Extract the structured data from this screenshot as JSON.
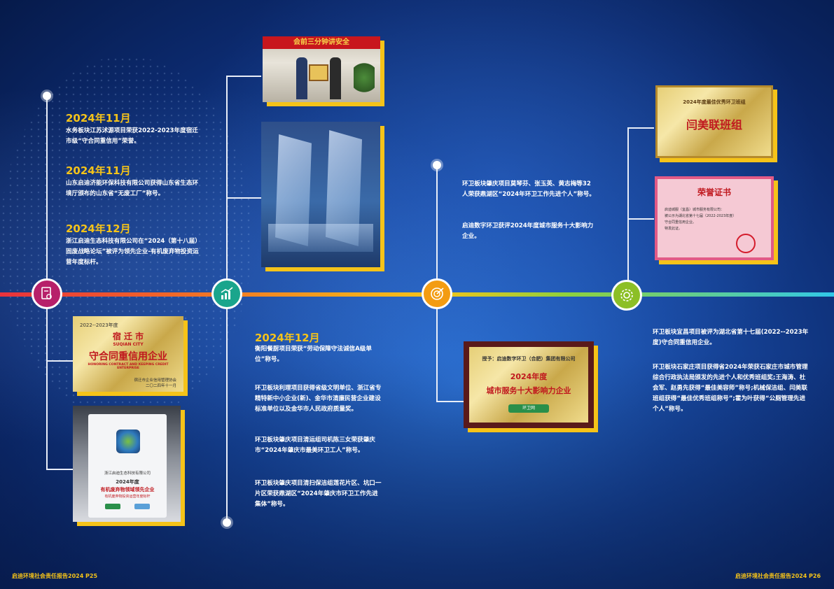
{
  "left": {
    "entries": [
      {
        "year": "2024年11月",
        "text": "水务板块江苏沭源项目荣获2022-2023年度宿迁市级“守合同重信用”荣誉。"
      },
      {
        "year": "2024年11月",
        "text": "山东启迪济能环保科技有限公司获得山东省生态环境厅颁布的山东省“无废工厂”称号。"
      },
      {
        "year": "2024年12月",
        "text": "浙江启迪生态科技有限公司在“2024（第十八届）固废战略论坛”被评为领先企业-有机废弃物投资运营年度标杆。"
      }
    ],
    "plaque1": {
      "top": "2022--2023年度",
      "city": "宿 迁 市",
      "city_en": "SUQIAN CITY",
      "title": "守合同重信用企业",
      "sub_en": "HONORING CONTRACT AND KEEPING CREDIT ENTERPRISE",
      "issuer": "宿迁市企业信用管理协会",
      "date": "二〇二四年十一月"
    },
    "trophy": {
      "company": "浙江启迪生态科技有限公司",
      "year": "2024年度",
      "title": "有机废弃物领域领先企业",
      "sub": "有机废弃物投资运营年度标杆"
    }
  },
  "middle": {
    "year": "2024年12月",
    "entries": [
      "衡阳餐厨项目荣获“劳动保障守法诚信A级单位”称号。",
      "环卫板块利理项目获得省级文明单位、浙江省专精特新中小企业(新)、金华市清廉民营企业建设标准单位以及金华市人民政府质量奖。",
      "环卫板块肇庆项目清运组司机陈三女荣获肇庆市“2024年肇庆市最美环卫工人”称号。",
      "环卫板块肇庆项目清扫保洁组莲花片区、坑口一片区荣获鼎湖区“2024年肇庆市环卫工作先进集体”称号。"
    ],
    "banner": "会前三分钟讲安全"
  },
  "center": {
    "entries": [
      "环卫板块肇庆项目莫琴芬、张玉英、黄志梅等32人荣获鼎湖区“2024年环卫工作先进个人”称号。",
      "启迪数字环卫获评2024年度城市服务十大影响力企业。"
    ],
    "plaque": {
      "award": "授予：启迪数字环卫（合肥）集团有限公司",
      "year": "2024年度",
      "title": "城市服务十大影响力企业",
      "logo": "环卫网"
    }
  },
  "right": {
    "entries": [
      "环卫板块宜昌项目被评为湖北省第十七届(2022--2023年度)守合同重信用企业。",
      "环卫板块石家庄项目获得省2024年荣获石家庄市城市管理综合行政执法局颁发的先进个人和优秀班组奖;王海涛、杜会军、赵勇先获得“最佳美容师”称号;机械保洁组、闫美联班组获得“最佳优秀班组称号”;霍为叶获得“公厕管理先进个人”称号。"
    ],
    "plaque_gold": {
      "top": "2024年度最佳优秀环卫班组",
      "title": "闫美联班组"
    },
    "cert": {
      "title": "荣誉证书",
      "line1": "启迪城服（宜昌）城市服务有限公司：",
      "line2": "被公示为湖北省第十七届（2022-2023年度）",
      "line3": "守合同重信用企业。",
      "line4": "特发此证。"
    }
  },
  "footer": {
    "left": "启迪环境社会责任报告2024    P25",
    "right": "启迪环境社会责任报告2024    P26"
  },
  "colors": {
    "accent": "#f5c319",
    "node1": "#b7206a",
    "node2": "#1aa58c",
    "node3": "#f39c12",
    "node4": "#8cbf26"
  }
}
